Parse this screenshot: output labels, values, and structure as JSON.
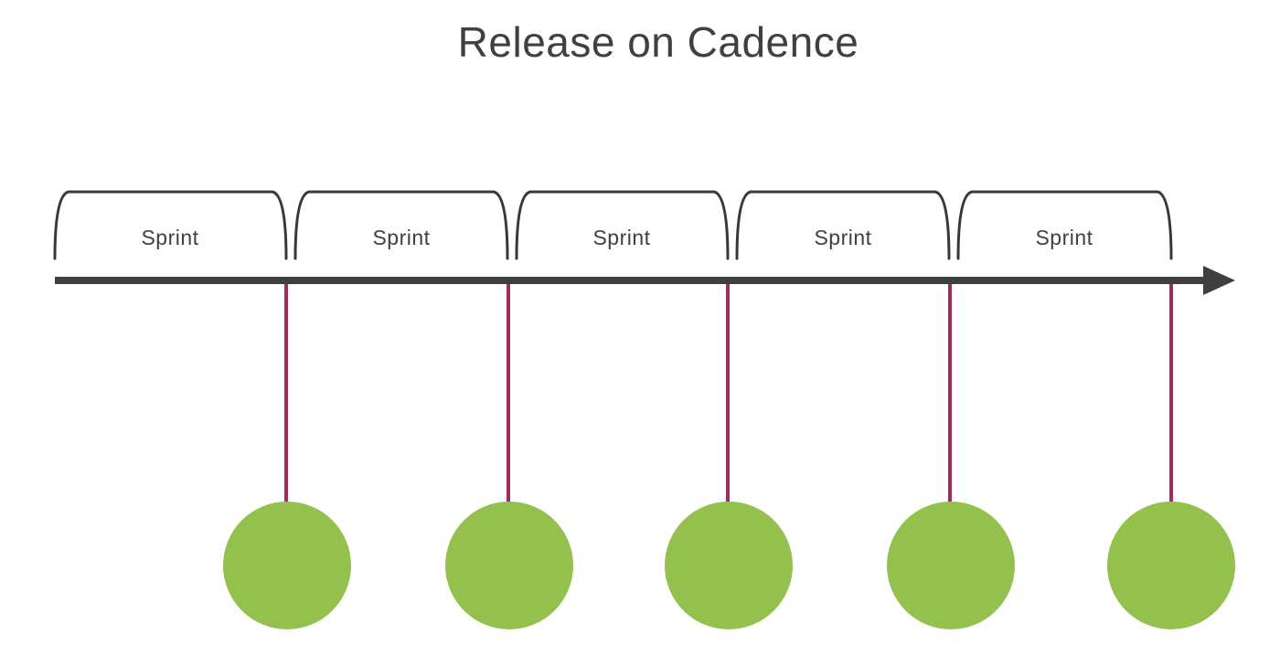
{
  "title": "Release on Cadence",
  "colors": {
    "text": "#404040",
    "bracket": "#383838",
    "timeline": "#3f3f3f",
    "release_line": "#9e2d5c",
    "release_circle": "#94c14e"
  },
  "timeline": {
    "sprints": [
      {
        "label": "Sprint"
      },
      {
        "label": "Sprint"
      },
      {
        "label": "Sprint"
      },
      {
        "label": "Sprint"
      },
      {
        "label": "Sprint"
      }
    ],
    "release_count": 5,
    "arrow_direction": "right"
  }
}
